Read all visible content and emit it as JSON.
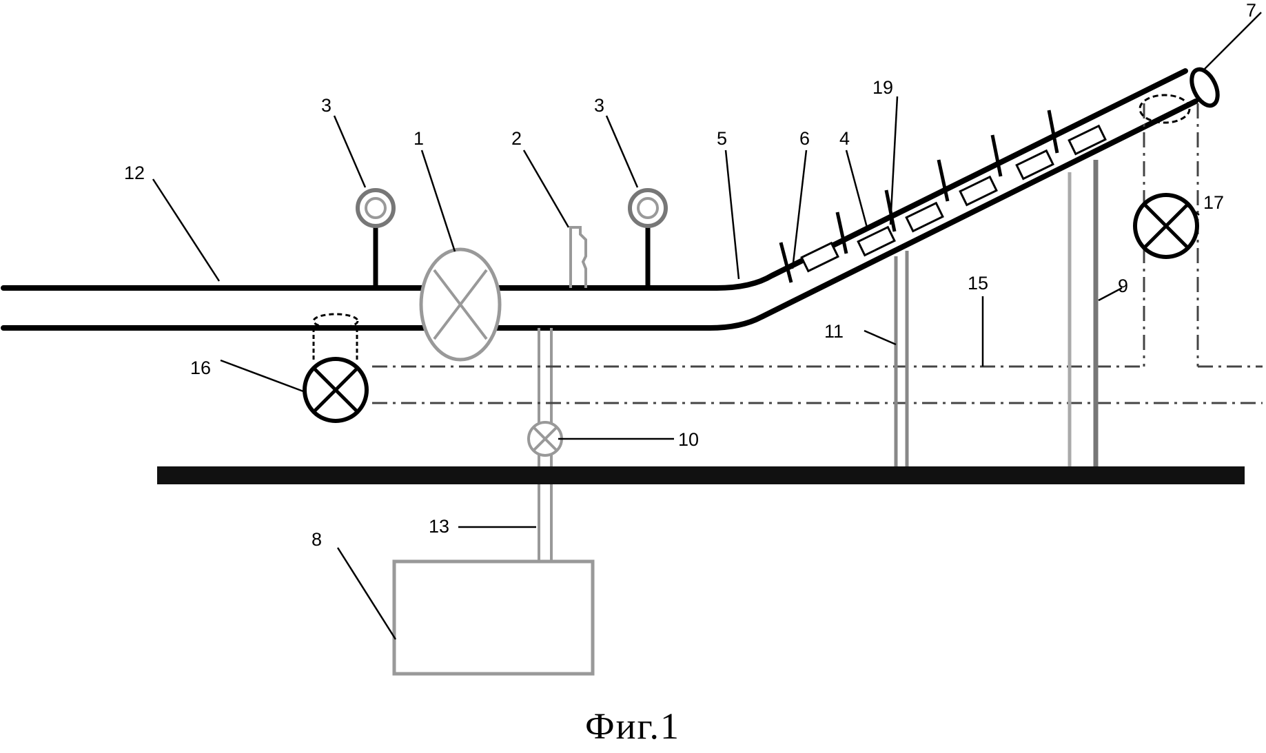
{
  "caption": "Фиг.1",
  "labels": {
    "l1": "1",
    "l2": "2",
    "l3a": "3",
    "l3b": "3",
    "l4": "4",
    "l5": "5",
    "l6": "6",
    "l7": "7",
    "l8": "8",
    "l9": "9",
    "l10": "10",
    "l11": "11",
    "l12": "12",
    "l13": "13",
    "l15": "15",
    "l16": "16",
    "l17": "17",
    "l19": "19"
  }
}
